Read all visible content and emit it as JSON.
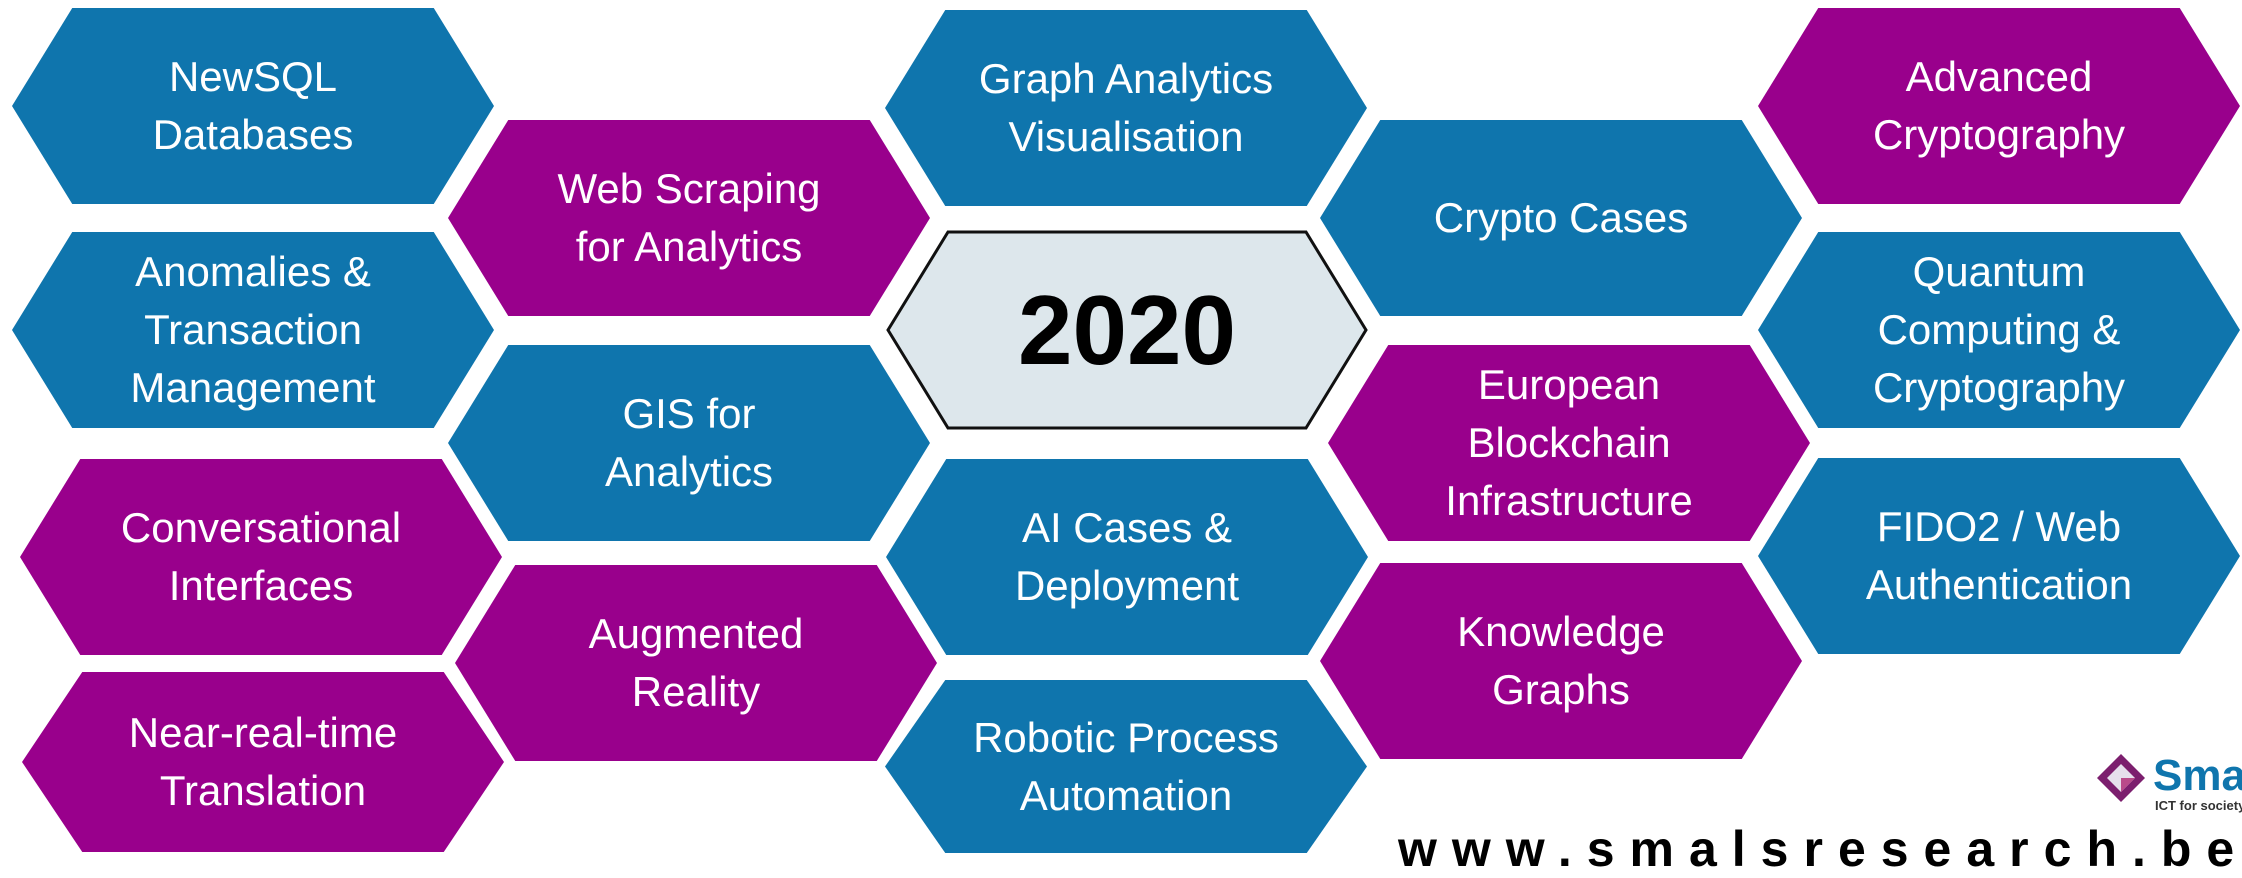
{
  "center": {
    "label": "2020"
  },
  "colors": {
    "blue": "#0f75ad",
    "purple": "#99008c",
    "center_fill": "#dde7ec"
  },
  "topics": [
    {
      "label": "NewSQL\nDatabases",
      "color": "blue"
    },
    {
      "label": "Anomalies &\nTransaction\nManagement",
      "color": "blue"
    },
    {
      "label": "Conversational\nInterfaces",
      "color": "purple"
    },
    {
      "label": "Near-real-time\nTranslation",
      "color": "purple"
    },
    {
      "label": "Web Scraping\nfor Analytics",
      "color": "purple"
    },
    {
      "label": "GIS for\nAnalytics",
      "color": "blue"
    },
    {
      "label": "Augmented\nReality",
      "color": "purple"
    },
    {
      "label": "Graph Analytics\nVisualisation",
      "color": "blue"
    },
    {
      "label": "AI Cases &\nDeployment",
      "color": "blue"
    },
    {
      "label": "Robotic Process\nAutomation",
      "color": "blue"
    },
    {
      "label": "Crypto Cases",
      "color": "blue"
    },
    {
      "label": "European\nBlockchain\nInfrastructure",
      "color": "purple"
    },
    {
      "label": "Knowledge\nGraphs",
      "color": "purple"
    },
    {
      "label": "Advanced\nCryptography",
      "color": "purple"
    },
    {
      "label": "Quantum\nComputing &\nCryptography",
      "color": "blue"
    },
    {
      "label": "FIDO2 / Web\nAuthentication",
      "color": "blue"
    }
  ],
  "footer": {
    "website": "www.smalsresearch.be",
    "logo_text": "Smals",
    "logo_subtext": "ICT for society"
  }
}
